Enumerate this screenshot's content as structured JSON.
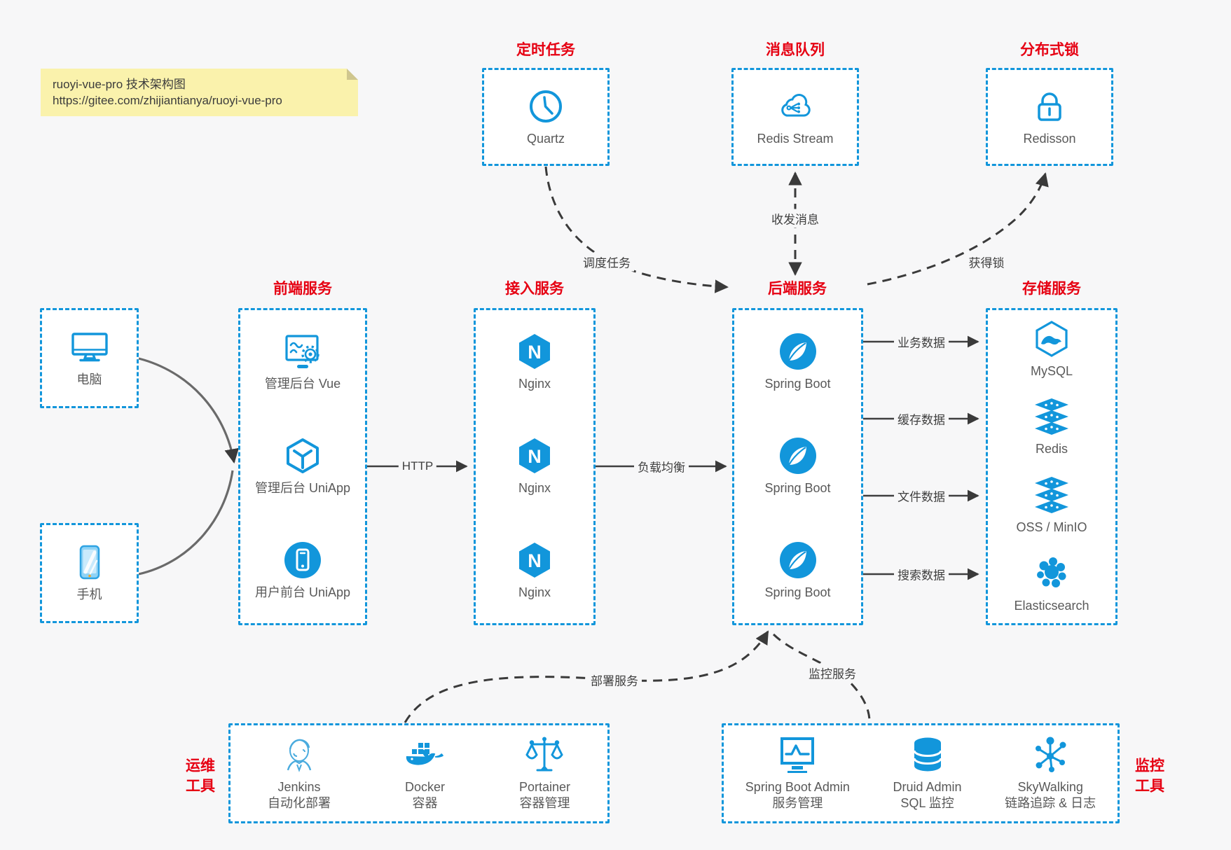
{
  "note": {
    "line1": "ruoyi-vue-pro 技术架构图",
    "line2": "https://gitee.com/zhijiantianya/ruoyi-vue-pro"
  },
  "top": {
    "scheduler": {
      "title": "定时任务",
      "item": "Quartz"
    },
    "mq": {
      "title": "消息队列",
      "item": "Redis Stream"
    },
    "lock": {
      "title": "分布式锁",
      "item": "Redisson"
    }
  },
  "clients": {
    "computer": "电脑",
    "phone": "手机"
  },
  "frontend": {
    "title": "前端服务",
    "items": [
      "管理后台 Vue",
      "管理后台 UniApp",
      "用户前台 UniApp"
    ]
  },
  "gateway": {
    "title": "接入服务",
    "items": [
      "Nginx",
      "Nginx",
      "Nginx"
    ]
  },
  "backend": {
    "title": "后端服务",
    "items": [
      "Spring Boot",
      "Spring Boot",
      "Spring Boot"
    ]
  },
  "storage": {
    "title": "存储服务",
    "items": [
      "MySQL",
      "Redis",
      "OSS / MinIO",
      "Elasticsearch"
    ]
  },
  "ops": {
    "title_line1": "运维",
    "title_line2": "工具",
    "items": [
      {
        "name": "Jenkins",
        "desc": "自动化部署"
      },
      {
        "name": "Docker",
        "desc": "容器"
      },
      {
        "name": "Portainer",
        "desc": "容器管理"
      }
    ]
  },
  "monitoring": {
    "title_line1": "监控",
    "title_line2": "工具",
    "items": [
      {
        "name": "Spring Boot Admin",
        "desc": "服务管理"
      },
      {
        "name": "Druid Admin",
        "desc": "SQL 监控"
      },
      {
        "name": "SkyWalking",
        "desc": "链路追踪 & 日志"
      }
    ]
  },
  "edges": {
    "http": "HTTP",
    "load_balance": "负载均衡",
    "business_data": "业务数据",
    "cache_data": "缓存数据",
    "file_data": "文件数据",
    "search_data": "搜索数据",
    "schedule_task": "调度任务",
    "send_receive_msg": "收发消息",
    "acquire_lock": "获得锁",
    "deploy_service": "部署服务",
    "monitor_service": "监控服务"
  },
  "colors": {
    "accent_blue": "#1296db",
    "title_red": "#e60012",
    "note_yellow": "#faf2ac"
  }
}
